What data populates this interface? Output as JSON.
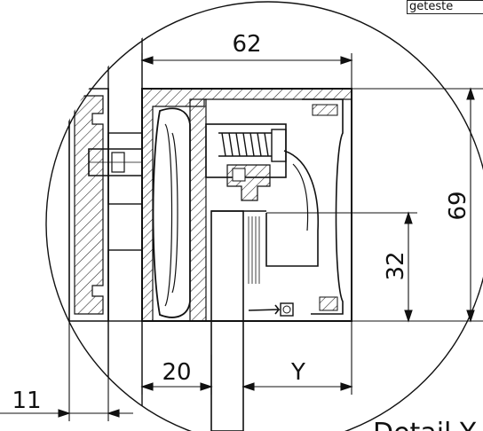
{
  "corner_tag": "geteste",
  "dimensions": {
    "width_top": "62",
    "height_right": "69",
    "height_inner": "32",
    "bottom_left": "20",
    "bottom_right": "Y",
    "far_left": "11"
  },
  "detail_label": "Detail Y",
  "colors": {
    "line": "#111111",
    "hatch": "#222222",
    "background": "#ffffff"
  }
}
